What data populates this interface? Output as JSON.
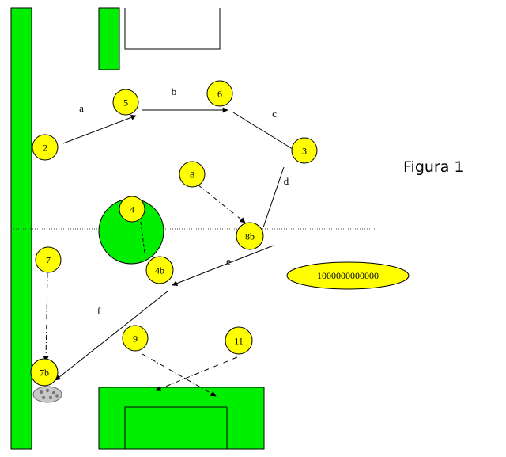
{
  "title": "Figura 1",
  "field": {
    "sideline_color": "#00ee00",
    "goal_color": "#00ee00",
    "outline_color": "#000000"
  },
  "player_color": "#ffff00",
  "players": [
    {
      "id": "p2",
      "label": "2"
    },
    {
      "id": "p5",
      "label": "5"
    },
    {
      "id": "p6",
      "label": "6"
    },
    {
      "id": "p3",
      "label": "3"
    },
    {
      "id": "p8",
      "label": "8"
    },
    {
      "id": "p4",
      "label": "4"
    },
    {
      "id": "p8b",
      "label": "8b"
    },
    {
      "id": "p4b",
      "label": "4b"
    },
    {
      "id": "p7",
      "label": "7"
    },
    {
      "id": "p9",
      "label": "9"
    },
    {
      "id": "p11",
      "label": "11"
    },
    {
      "id": "p7b",
      "label": "7b"
    }
  ],
  "pass_labels": {
    "a": "a",
    "b": "b",
    "c": "c",
    "d": "d",
    "e": "e",
    "f": "f"
  },
  "oval_label": "1000000000000",
  "ball_icon": "soccer-ball-icon"
}
